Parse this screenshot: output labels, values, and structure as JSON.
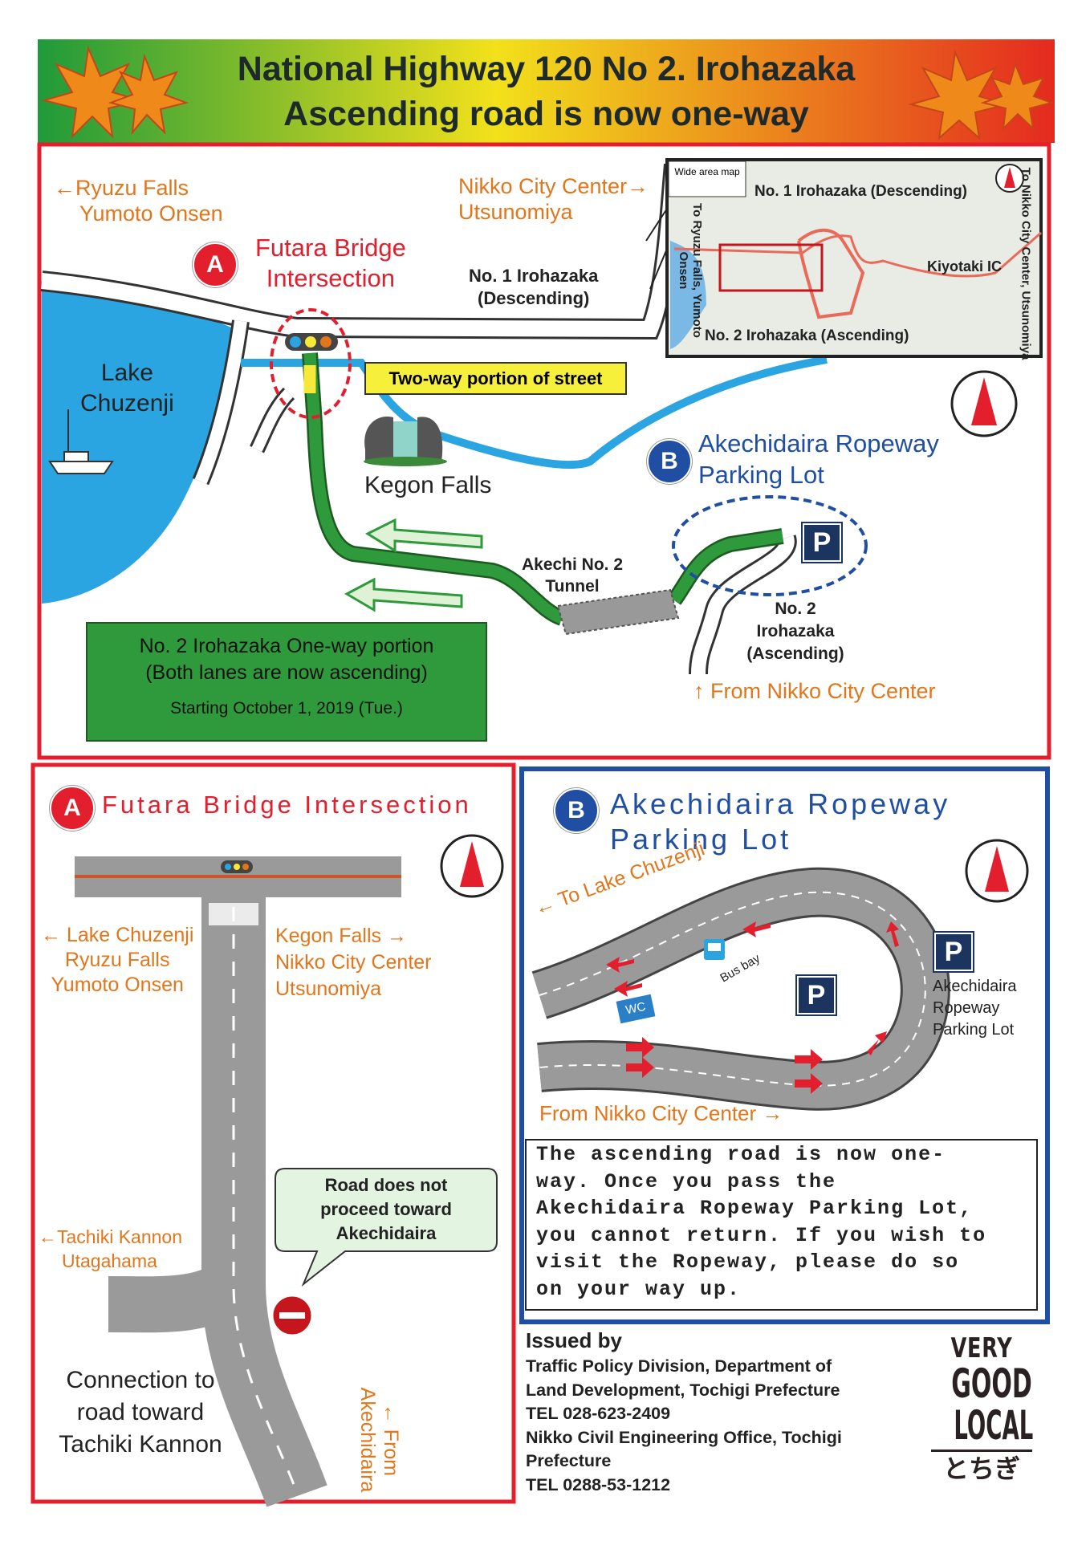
{
  "header": {
    "line1": "National Highway 120  No 2. Irohazaka",
    "line2": "Ascending road is now one-way"
  },
  "overview": {
    "left_dest": [
      "←Ryuzu Falls",
      "Yumoto Onsen"
    ],
    "right_dest": [
      "Nikko City Center→",
      "Utsunomiya"
    ],
    "marker_a": "A",
    "futara": [
      "Futara Bridge",
      "Intersection"
    ],
    "no1": [
      "No. 1 Irohazaka",
      "(Descending)"
    ],
    "lake": [
      "Lake",
      "Chuzenji"
    ],
    "two_way": "Two-way portion of street",
    "kegon": "Kegon Falls",
    "marker_b": "B",
    "akechidaira": [
      "Akechidaira Ropeway",
      "Parking Lot"
    ],
    "parking": "P",
    "tunnel": [
      "Akechi No. 2",
      "Tunnel"
    ],
    "no2": [
      "No. 2",
      "Irohazaka",
      "(Ascending)"
    ],
    "from_nikko": "↑ From Nikko City Center",
    "oneway_box": [
      "No. 2 Irohazaka  One-way portion",
      "(Both lanes are now ascending)",
      "Starting October 1, 2019 (Tue.)"
    ],
    "wide_map": {
      "label": "Wide area map",
      "no1": "No. 1 Irohazaka (Descending)",
      "no2": "No. 2 Irohazaka (Ascending)",
      "kiyotaki": "Kiyotaki IC",
      "left": "To Ryuzu Falls, Yumoto Onsen",
      "right": "To Nikko City Center, Utsunomiya"
    }
  },
  "panel_a": {
    "marker": "A",
    "title": "Futara Bridge Intersection",
    "left_dest": [
      "← Lake Chuzenji",
      "Ryuzu Falls",
      "Yumoto Onsen"
    ],
    "right_dest": [
      "Kegon Falls →",
      "Nikko City Center",
      "Utsunomiya"
    ],
    "bubble": [
      "Road does not",
      "proceed toward",
      "Akechidaira"
    ],
    "tachiki": [
      "←Tachiki Kannon",
      "Utagahama"
    ],
    "connection": [
      "Connection to",
      "road toward",
      "Tachiki Kannon"
    ],
    "from_akechidaira": "← From Akechidaira"
  },
  "panel_b": {
    "marker": "B",
    "title": [
      "Akechidaira Ropeway",
      "Parking Lot"
    ],
    "to_lake": "← To Lake Chuzenji",
    "bus_bay": "Bus bay",
    "wc": "WC",
    "parking": "P",
    "parking_label": [
      "Akechidaira",
      "Ropeway",
      "Parking Lot"
    ],
    "from_nikko": "From Nikko City Center →",
    "notice": [
      "The ascending road is now one-",
      "way. Once you pass the",
      "Akechidaira Ropeway Parking Lot,",
      "you cannot return. If you wish to",
      "visit the Ropeway, please do so",
      "on your way up."
    ]
  },
  "footer": {
    "issued_by": "Issued by",
    "lines": [
      "Traffic Policy Division, Department of",
      "Land Development, Tochigi Prefecture",
      "TEL 028-623-2409",
      "Nikko Civil Engineering Office, Tochigi",
      "Prefecture",
      "TEL 0288-53-1212"
    ],
    "logo": [
      "VERY",
      "GOOD",
      "LOCAL",
      "とちぎ"
    ]
  },
  "colors": {
    "red": "#e31e2d",
    "blue": "#1f4ea3",
    "green": "#2e9a3c",
    "orange": "#e2761b"
  }
}
